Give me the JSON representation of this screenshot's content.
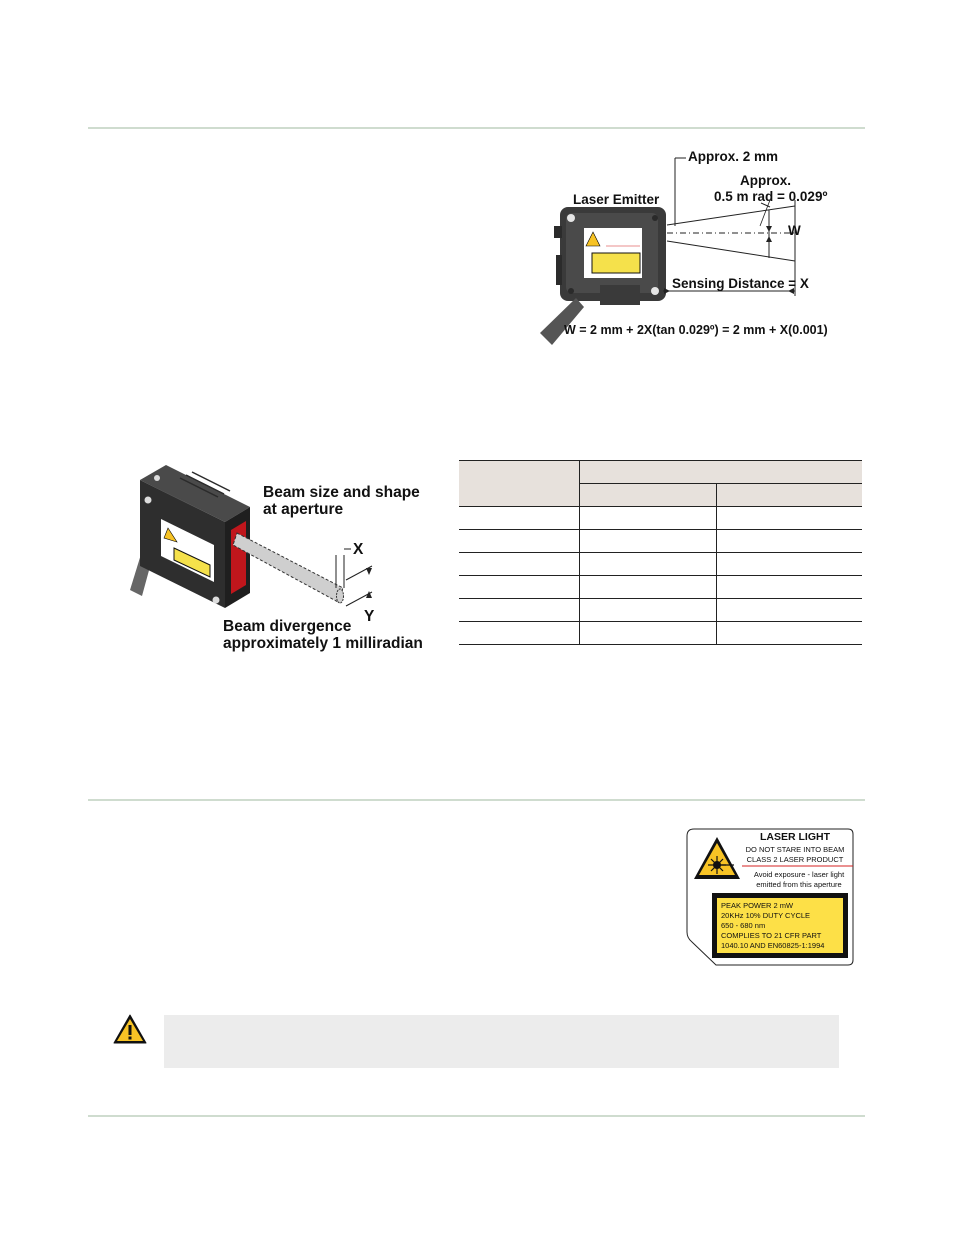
{
  "diagram1": {
    "approx_width": "Approx. 2 mm",
    "approx_angle_line1": "Approx.",
    "approx_angle_line2": "0.5 m rad = 0.029º",
    "laser_emitter": "Laser Emitter",
    "w_label": "W",
    "sensing_distance": "Sensing Distance = X",
    "formula": "W = 2 mm + 2X(tan 0.029º) = 2 mm + X(0.001)"
  },
  "diagram2": {
    "beam_size_line1": "Beam size and shape",
    "beam_size_line2": "at aperture",
    "x_label": "X",
    "y_label": "Y",
    "divergence_line1": "Beam divergence",
    "divergence_line2": "approximately 1 milliradian"
  },
  "table": {
    "header_row1": [
      "",
      ""
    ],
    "header_row2": [
      "",
      ""
    ],
    "rows": [
      [
        "",
        "",
        ""
      ],
      [
        "",
        "",
        ""
      ],
      [
        "",
        "",
        ""
      ],
      [
        "",
        "",
        ""
      ],
      [
        "",
        "",
        ""
      ],
      [
        "",
        "",
        ""
      ]
    ]
  },
  "laser_label": {
    "title": "LASER LIGHT",
    "line1": "DO NOT STARE INTO BEAM",
    "line2": "CLASS 2 LASER PRODUCT",
    "avoid1": "Avoid exposure - laser light",
    "avoid2": "emitted from this aperture",
    "peak1": "PEAK POWER 2 mW",
    "peak2": "20KHz 10% DUTY CYCLE",
    "peak3": "650 - 680 nm",
    "peak4": "COMPLIES TO 21 CFR PART",
    "peak5": "1040.10 AND EN60825-1:1994",
    "colors": {
      "yellow": "#fde047",
      "red": "#d62020"
    }
  },
  "colors": {
    "rule": "#cfdccf",
    "table_header": "#e7e1dc",
    "caution_bg": "#ececec",
    "warning_yellow": "#f7c325"
  }
}
